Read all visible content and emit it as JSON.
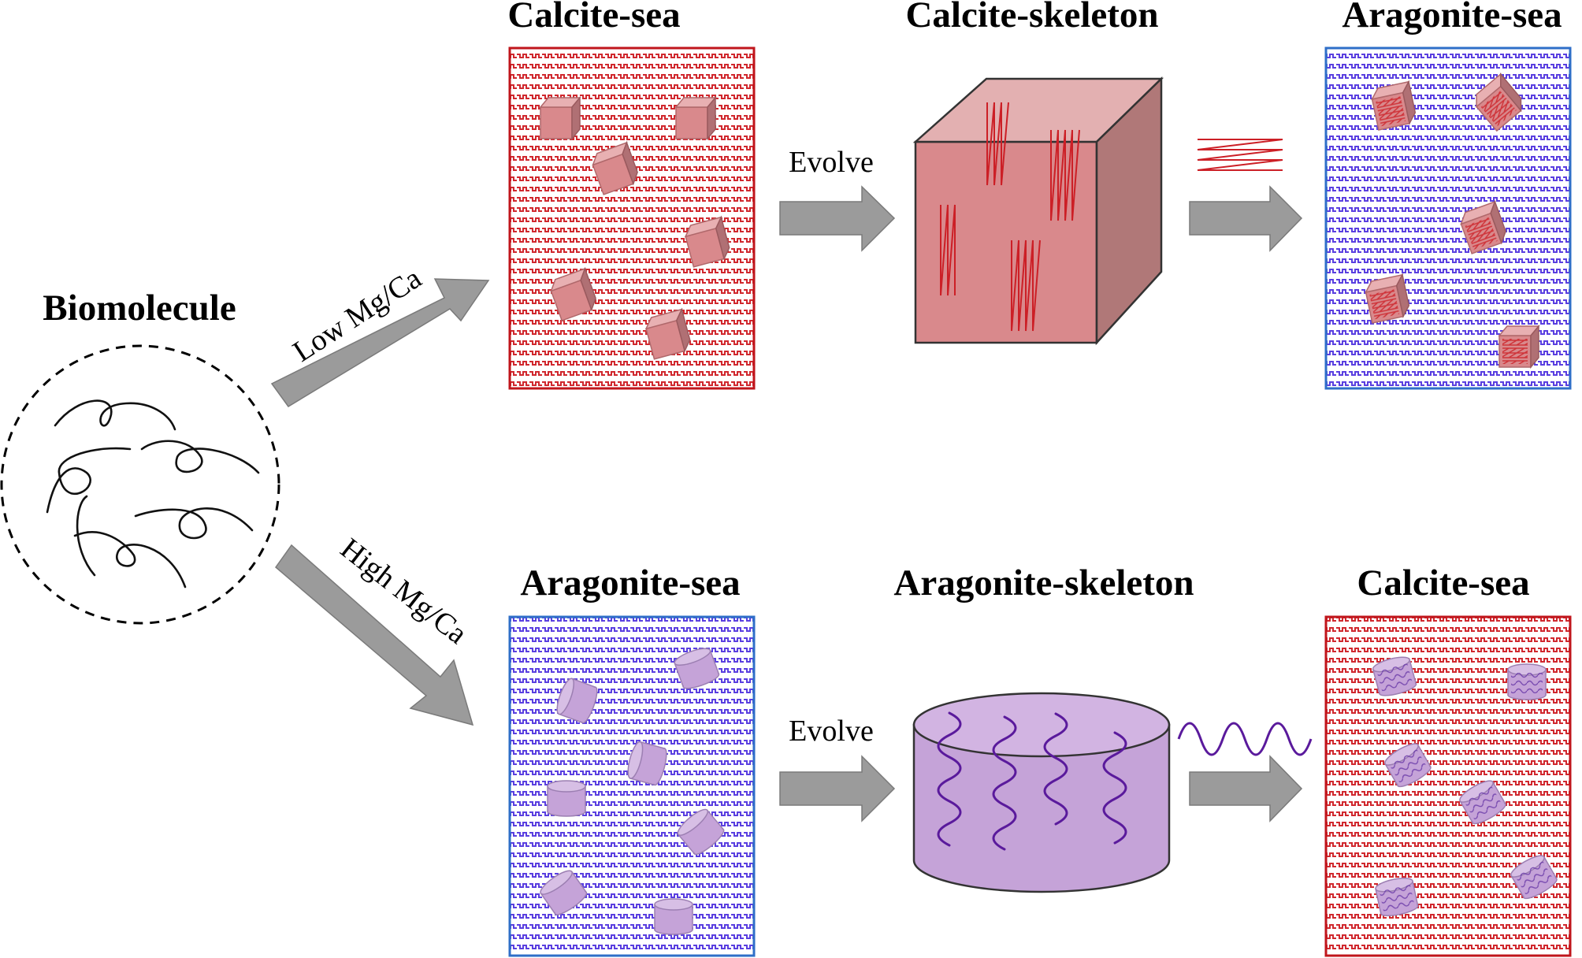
{
  "source": {
    "label": "Biomolecule"
  },
  "pathways": [
    {
      "condition": "Low Mg/Ca",
      "panel1_title": "Calcite-sea",
      "step1_label": "Evolve",
      "skeleton_title": "Calcite-skeleton",
      "panel2_title": "Aragonite-sea"
    },
    {
      "condition": "High Mg/Ca",
      "panel1_title": "Aragonite-sea",
      "step1_label": "Evolve",
      "skeleton_title": "Aragonite-skeleton",
      "panel2_title": "Calcite-sea"
    }
  ],
  "colors": {
    "calcite_sea_border": "#c0161c",
    "calcite_sea_pattern": "#d0282e",
    "aragonite_sea_border": "#2f6fc8",
    "aragonite_sea_pattern": "#5a3fe0",
    "calcite_crystal": "#d9898c",
    "aragonite_crystal": "#c5a3d8",
    "calcite_molecule": "#cc1f26",
    "aragonite_molecule": "#5a1a9c",
    "arrow_fill": "#9b9b9b"
  }
}
